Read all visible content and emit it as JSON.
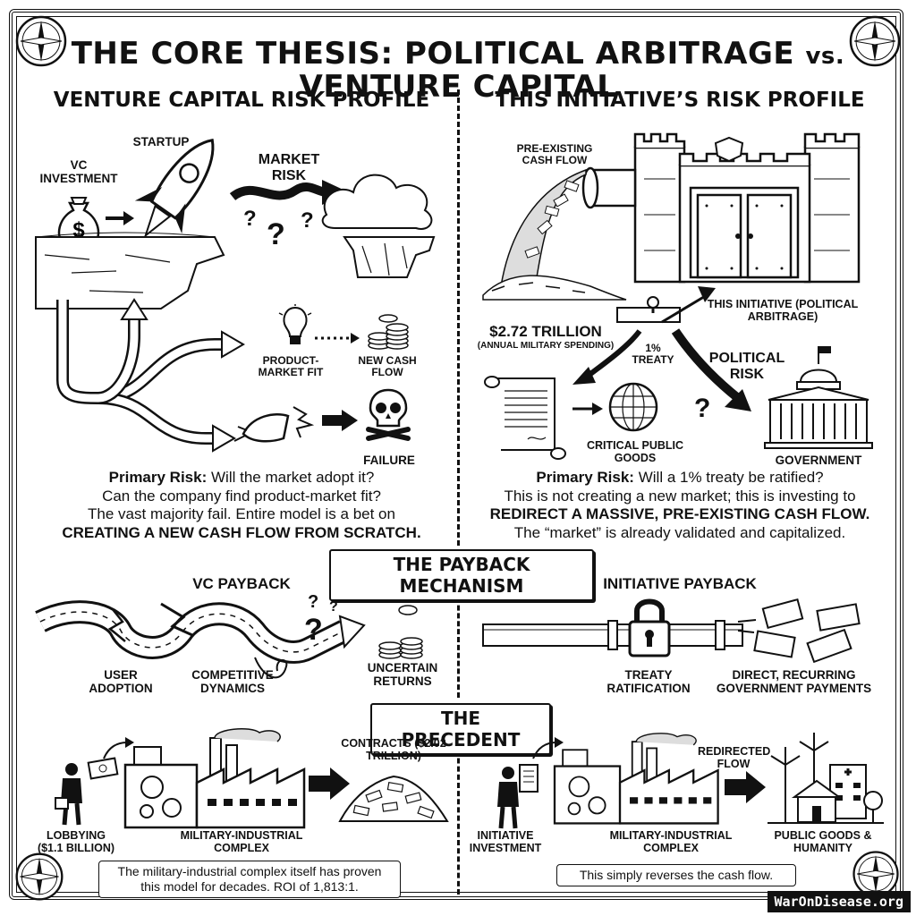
{
  "title": {
    "main_left": "The Core Thesis: Political Arbitrage",
    "vs": "vs.",
    "main_right": "Venture Capital"
  },
  "vc_section": {
    "heading": "Venture Capital Risk Profile",
    "labels": {
      "vc_investment": "VC Investment",
      "startup": "Startup",
      "market_risk": "Market Risk",
      "product_market_fit": "Product-Market Fit",
      "new_cash_flow": "New Cash Flow",
      "failure": "Failure"
    },
    "primary_risk_label": "Primary Risk:",
    "primary_risk_text": "Will the market adopt it?",
    "line2": "Can the company find product-market fit?",
    "line3": "The vast majority fail. Entire model is a bet on",
    "line4": "Creating a new cash flow from scratch."
  },
  "initiative_section": {
    "heading": "This Initiative’s Risk Profile",
    "labels": {
      "pre_existing": "Pre-Existing Cash Flow",
      "trillion": "$2.72 Trillion",
      "annual": "(Annual Military Spending)",
      "treaty_pct": "1% Treaty",
      "this_initiative": "This Initiative (Political Arbitrage)",
      "political_risk": "Political Risk",
      "critical_goods": "Critical Public Goods",
      "government": "Government"
    },
    "primary_risk_label": "Primary Risk:",
    "primary_risk_text": "Will a 1% treaty be ratified?",
    "line2": "This is not creating a new market; this is investing to",
    "line3": "Redirect a massive, pre-existing cash flow.",
    "line4": "The “market” is already validated and capitalized."
  },
  "payback": {
    "banner": "The Payback Mechanism",
    "vc_heading": "VC Payback",
    "initiative_heading": "Initiative Payback",
    "vc_labels": {
      "user_adoption": "User Adoption",
      "competitive": "Competitive Dynamics",
      "uncertain": "Uncertain Returns"
    },
    "init_labels": {
      "treaty": "Treaty Ratification",
      "payments": "Direct, Recurring Government Payments"
    }
  },
  "precedent": {
    "banner": "The Precedent",
    "left": {
      "lobbying": "Lobbying ($1.1 Billion)",
      "complex": "Military-Industrial Complex",
      "contracts": "Contracts ($2.02 Trillion)",
      "note": "The military-industrial complex itself has proven this model for decades. ROI of 1,813:1."
    },
    "right": {
      "investment": "Initiative Investment",
      "complex": "Military-Industrial Complex",
      "redirected": "Redirected Flow",
      "public_goods": "Public Goods & Humanity",
      "note": "This simply reverses the cash flow."
    }
  },
  "watermark": "WarOnDisease.org",
  "icons": {
    "compass": "compass-icon",
    "money_bag": "money-bag-icon",
    "rocket": "rocket-icon",
    "lightbulb": "lightbulb-icon",
    "coins": "coins-icon",
    "skull": "skull-icon",
    "fortress": "fortress-icon",
    "pipe": "pipe-icon",
    "scroll": "scroll-icon",
    "globe": "globe-icon",
    "capitol": "capitol-icon",
    "padlock": "padlock-icon",
    "factory": "factory-icon",
    "person": "person-icon"
  }
}
